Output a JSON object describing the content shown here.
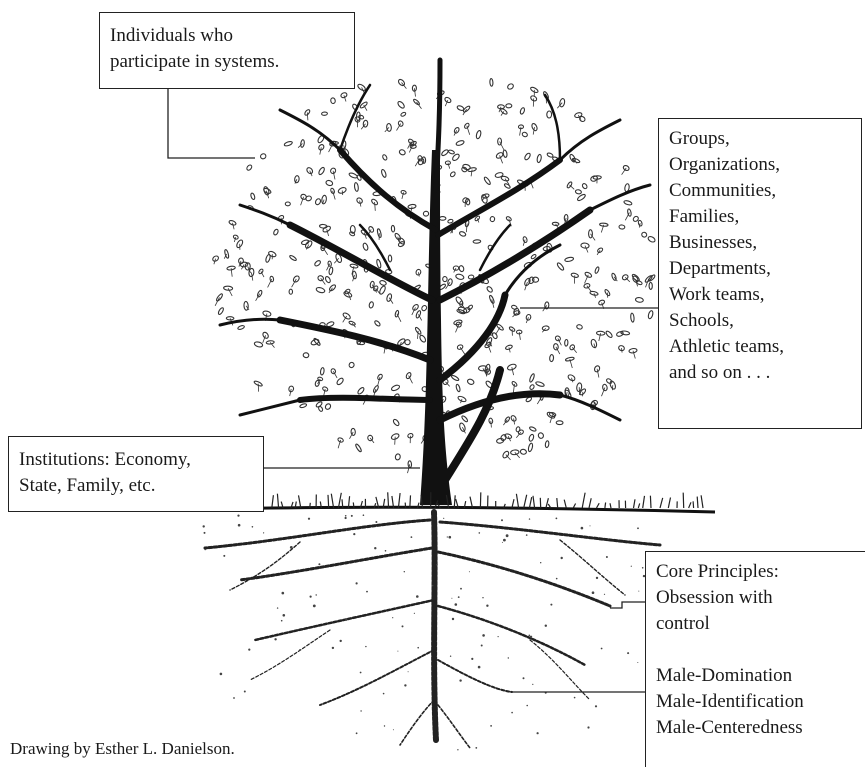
{
  "labels": {
    "individuals": [
      "Individuals who",
      "participate in systems."
    ],
    "groups": [
      "Groups,",
      "Organizations,",
      "Communities,",
      "Families,",
      "Businesses,",
      "Departments,",
      "Work teams,",
      "Schools,",
      "Athletic teams,",
      "and so on . . ."
    ],
    "institutions": [
      "Institutions: Economy,",
      "State, Family, etc."
    ],
    "core_principles": [
      "Core Principles:",
      "Obsession with",
      "control"
    ],
    "core_values": [
      "Male-Domination",
      "Male-Identification",
      "Male-Centeredness"
    ]
  },
  "credit": "Drawing by Esther L. Danielson.",
  "colors": {
    "ink": "#1a1a1a",
    "background": "#ffffff"
  }
}
